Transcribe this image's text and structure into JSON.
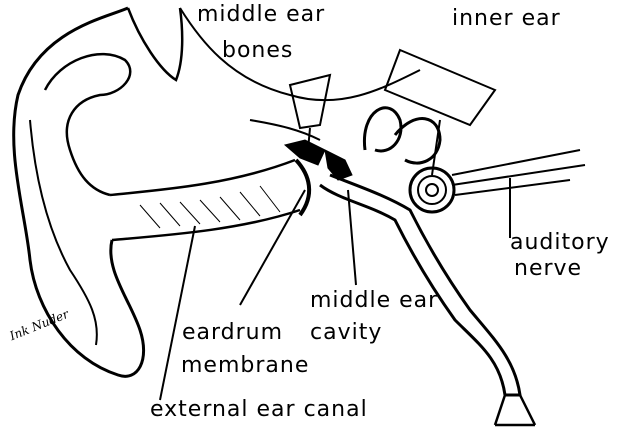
{
  "labels": {
    "middle_ear_bones_line1": "middle ear",
    "middle_ear_bones_line2": "bones",
    "inner_ear": "inner ear",
    "auditory_nerve_line1": "auditory",
    "auditory_nerve_line2": "nerve",
    "middle_ear_cavity_line1": "middle ear",
    "middle_ear_cavity_line2": "cavity",
    "eardrum_line1": "eardrum",
    "eardrum_line2": "membrane",
    "external_canal": "external ear canal"
  },
  "signature": "Ink Nuder",
  "colors": {
    "ink": "#000000",
    "background": "#ffffff"
  }
}
